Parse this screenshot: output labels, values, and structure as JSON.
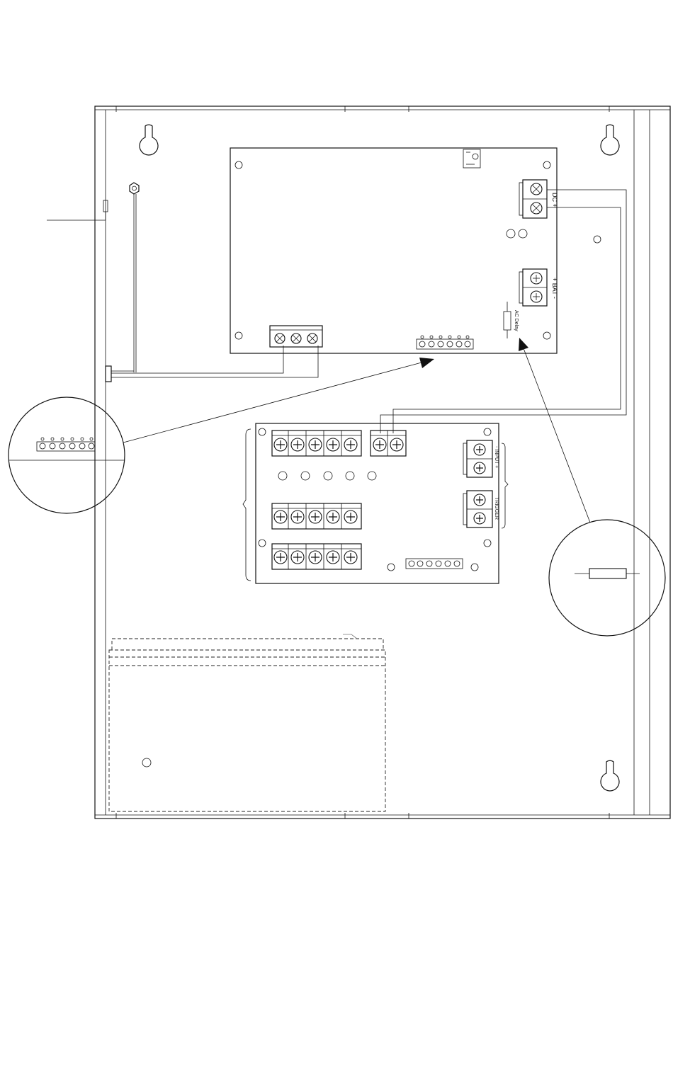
{
  "diagram": {
    "labels": {
      "dc_output": "DC +",
      "battery": "+ BAT -",
      "ac_delay": "AC Delay",
      "input": "- INPUT +",
      "trigger": "TRIGGER"
    }
  },
  "colors": {
    "line": "#111111",
    "background": "#ffffff"
  },
  "icons": [
    "keyhole-mount-icon",
    "screw-terminal-icon",
    "fuse-icon",
    "arrow-icon",
    "ground-stud-icon"
  ]
}
